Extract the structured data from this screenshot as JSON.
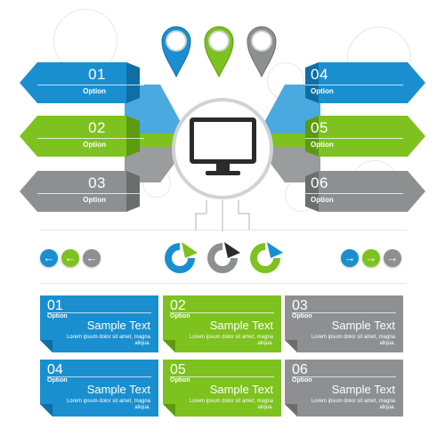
{
  "colors": {
    "blue": "#1a8fd0",
    "blue_dark": "#0f6ea6",
    "green": "#7dc21e",
    "green_dark": "#5c9a10",
    "gray": "#8d8f91",
    "gray_dark": "#6b6d6f"
  },
  "options": [
    {
      "num": "01",
      "label": "Option",
      "color": "blue",
      "side": "left"
    },
    {
      "num": "02",
      "label": "Option",
      "color": "green",
      "side": "left"
    },
    {
      "num": "03",
      "label": "Option",
      "color": "gray",
      "side": "left"
    },
    {
      "num": "04",
      "label": "Option",
      "color": "blue",
      "side": "right"
    },
    {
      "num": "05",
      "label": "Option",
      "color": "green",
      "side": "right"
    },
    {
      "num": "06",
      "label": "Option",
      "color": "gray",
      "side": "right"
    }
  ],
  "pins": [
    {
      "icon": "map-pin-icon",
      "color": "blue"
    },
    {
      "icon": "map-pin-icon",
      "color": "green"
    },
    {
      "icon": "map-pin-icon",
      "color": "gray"
    }
  ],
  "nav_left": [
    {
      "icon": "arrow-left-icon",
      "color": "blue",
      "glyph": "←"
    },
    {
      "icon": "arrow-left-icon",
      "color": "green",
      "glyph": "←"
    },
    {
      "icon": "arrow-left-icon",
      "color": "gray",
      "glyph": "←"
    }
  ],
  "nav_right": [
    {
      "icon": "arrow-right-icon",
      "color": "blue",
      "glyph": "→"
    },
    {
      "icon": "arrow-right-icon",
      "color": "green",
      "glyph": "→"
    },
    {
      "icon": "arrow-right-icon",
      "color": "gray",
      "glyph": "→"
    }
  ],
  "refresh": [
    {
      "icon": "refresh-icon",
      "color": "blue"
    },
    {
      "icon": "refresh-icon",
      "color": "gray"
    },
    {
      "icon": "refresh-icon",
      "color": "green"
    }
  ],
  "cards": [
    {
      "num": "01",
      "label": "Option",
      "title": "Sample Text",
      "body": "Lorem ipsum dolor sit amet, magna aliqua.",
      "color": "blue"
    },
    {
      "num": "02",
      "label": "Option",
      "title": "Sample Text",
      "body": "Lorem ipsum dolor sit amet, magna aliqua.",
      "color": "green"
    },
    {
      "num": "03",
      "label": "Option",
      "title": "Sample Text",
      "body": "Lorem ipsum dolor sit amet, magna aliqua.",
      "color": "gray"
    },
    {
      "num": "04",
      "label": "Option",
      "title": "Sample Text",
      "body": "Lorem ipsum dolor sit amet, magna aliqua.",
      "color": "blue"
    },
    {
      "num": "05",
      "label": "Option",
      "title": "Sample Text",
      "body": "Lorem ipsum dolor sit amet, magna aliqua.",
      "color": "green"
    },
    {
      "num": "06",
      "label": "Option",
      "title": "Sample Text",
      "body": "Lorem ipsum dolor sit amet, magna aliqua.",
      "color": "gray"
    }
  ],
  "monitor": {
    "icon": "monitor-icon"
  }
}
